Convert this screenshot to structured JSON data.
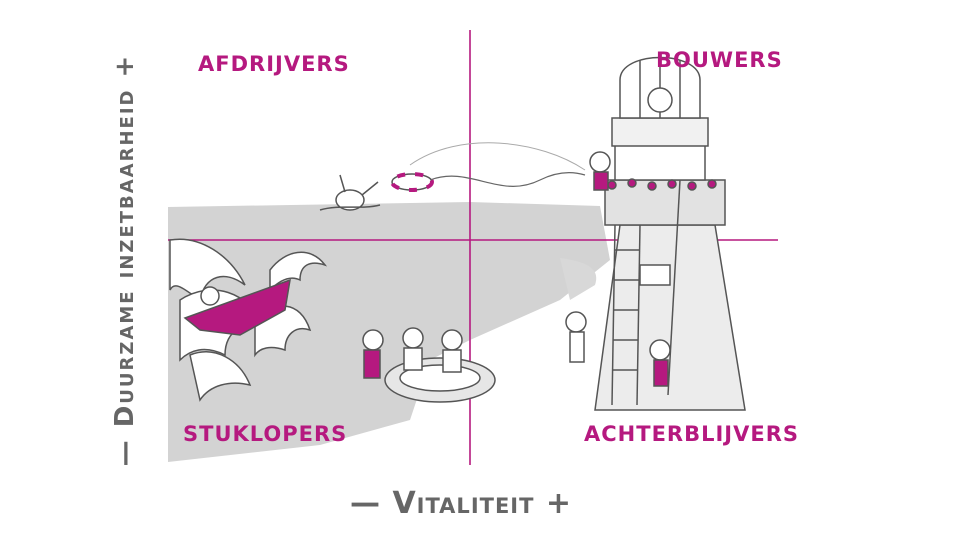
{
  "quadrants": {
    "top_left": "AFDRIJVERS",
    "top_right": "BOUWERS",
    "bottom_left": "STUKLOPERS",
    "bottom_right": "ACHTERBLIJVERS"
  },
  "axes": {
    "x_minus": "—",
    "x_label": "Vitaliteit",
    "x_plus": "+",
    "y_minus": "—",
    "y_label": "Duurzame inzetbaarheid",
    "y_plus": "+"
  },
  "colors": {
    "accent": "#b5197f",
    "axis_text": "#666666",
    "sea": "#d3d3d3",
    "ink": "#444444"
  }
}
